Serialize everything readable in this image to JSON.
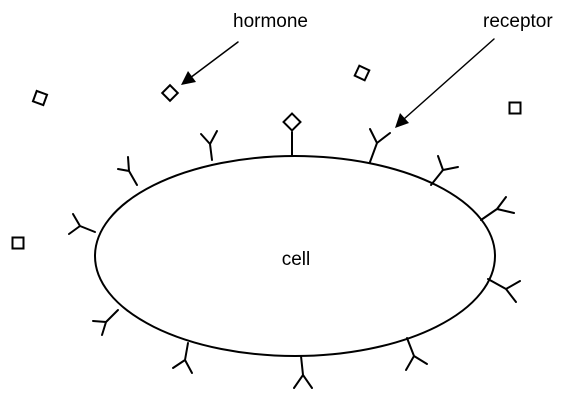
{
  "labels": {
    "hormone": "hormone",
    "receptor": "receptor",
    "cell": "cell"
  },
  "colors": {
    "stroke": "#000000",
    "background": "#ffffff"
  }
}
